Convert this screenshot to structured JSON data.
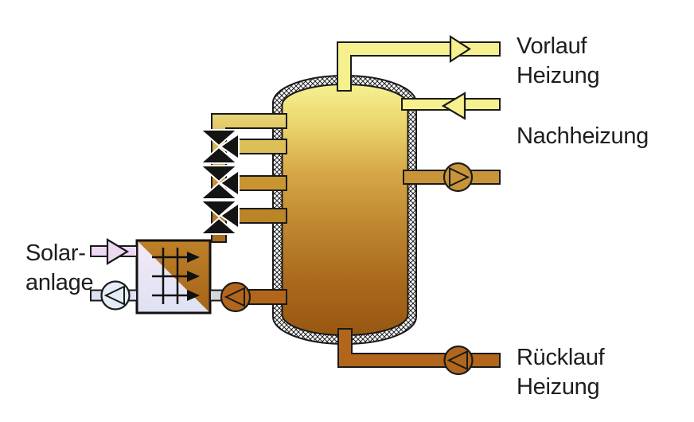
{
  "diagram": {
    "type": "hydraulic-schematic",
    "subject": "stratified-solar-storage-tank",
    "labels": {
      "vorlauf_heizung": {
        "line1": "Vorlauf",
        "line2": "Heizung"
      },
      "nachheizung": "Nachheizung",
      "ruecklauf_heizung": {
        "line1": "Rücklauf",
        "line2": "Heizung"
      },
      "solaranlage": {
        "line1": "Solar-",
        "line2": "anlage"
      }
    },
    "colors": {
      "pipe_heating_flow_yellow": "#f6f18e",
      "pipe_gold": "#c79538",
      "pipe_return_brown": "#b2661c",
      "pipe_solar_supply_pink": "#eed9f3",
      "pipe_solar_return_blue": "#dde2f2",
      "pipe_neutral_gray": "#d6d6d6",
      "tank_gradient_top": "#f5f091",
      "tank_gradient_bottom": "#985711",
      "heat_exchanger_brown": "#bd8128",
      "heat_exchanger_lavender": "#f4e9f6",
      "valve_black": "#141414",
      "outline": "#1a1a1a",
      "background": "#ffffff"
    },
    "icons": [
      "storage-tank",
      "insulation-hatch",
      "three-way-valve-icon",
      "pump-icon",
      "flow-arrow-icon",
      "heat-exchanger-icon"
    ]
  }
}
